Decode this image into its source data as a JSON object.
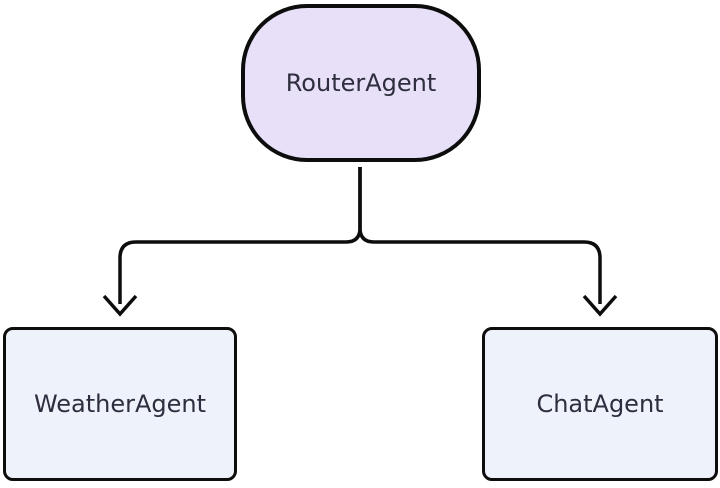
{
  "diagram": {
    "type": "flowchart-top-down",
    "background": "#ffffff",
    "colors": {
      "stroke": "#0d0d0d",
      "text": "#2e2e3e",
      "bg": "#ffffff"
    },
    "nodes": [
      {
        "id": "router",
        "label": "RouterAgent",
        "shape": "stadium",
        "fill": "#e7e0f8"
      },
      {
        "id": "weather",
        "label": "WeatherAgent",
        "shape": "rounded-rectangle",
        "fill": "#edf2fb"
      },
      {
        "id": "chat",
        "label": "ChatAgent",
        "shape": "rounded-rectangle",
        "fill": "#edf2fb"
      }
    ],
    "edges": [
      {
        "from": "RouterAgent",
        "to": "WeatherAgent",
        "style": "open-arrow"
      },
      {
        "from": "RouterAgent",
        "to": "ChatAgent",
        "style": "open-arrow"
      }
    ]
  }
}
